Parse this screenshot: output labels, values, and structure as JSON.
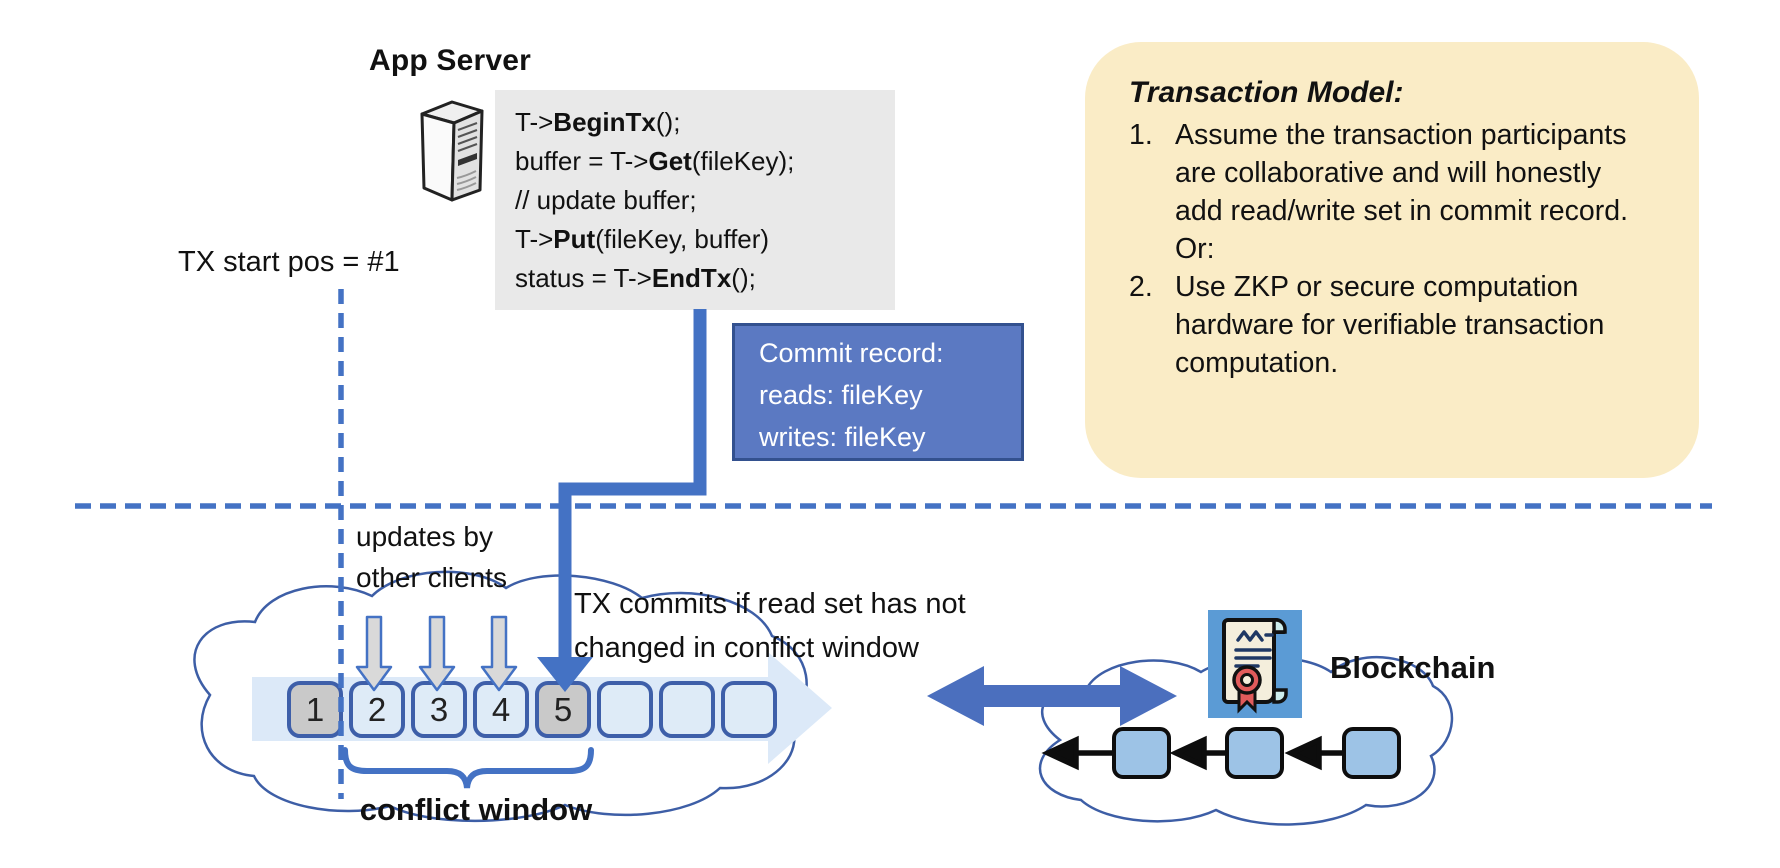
{
  "labels": {
    "app_server": "App Server",
    "tx_start": "TX start pos = #1",
    "updates_line1": "updates by",
    "updates_line2": "other clients",
    "tx_commits_line1": "TX commits if read set has not",
    "tx_commits_line2": "changed in conflict window",
    "conflict_window": "conflict window",
    "blockchain": "Blockchain"
  },
  "code_block": {
    "lines": [
      {
        "pre": "T->",
        "bold": "BeginTx",
        "post": "();"
      },
      {
        "pre": "buffer = T->",
        "bold": "Get",
        "post": "(fileKey);"
      },
      {
        "pre": "// update buffer;",
        "bold": "",
        "post": ""
      },
      {
        "pre": "T->",
        "bold": "Put",
        "post": "(fileKey, buffer)"
      },
      {
        "pre": "status = T->",
        "bold": "EndTx",
        "post": "();"
      }
    ]
  },
  "commit_record": {
    "lines": [
      "Commit record:",
      "reads: fileKey",
      "writes: fileKey"
    ]
  },
  "transaction_model": {
    "title": "Transaction Model:",
    "items": [
      {
        "num": "1.",
        "text": "Assume the transaction participants are collaborative and will honestly add read/write set in commit record.  Or:"
      },
      {
        "num": "2.",
        "text": "Use ZKP or secure computation hardware for verifiable transaction computation."
      }
    ]
  },
  "log_positions": [
    "1",
    "2",
    "3",
    "4",
    "5",
    "",
    "",
    ""
  ],
  "icons": {
    "server": "server-tower-icon",
    "blockchain_certificate": "scroll-certificate-icon",
    "clouds": "cloud-outline",
    "gray_arrow": "update-down-arrow",
    "blue_arrow": "commit-down-arrow",
    "double_arrow": "sync-double-arrow"
  },
  "colors": {
    "accent": "#4472C4",
    "cloud": "#3D5EA6",
    "boxborder": "#3E5FA9",
    "grayfill": "#C9C9C9",
    "lightfill": "#DEEBF7",
    "band": "#DCE9F8",
    "yellow": "#FAECC6",
    "commitbg": "#5B79C2",
    "commitborder": "#33518F",
    "iconbg": "#5B9BD5",
    "codebg": "#E9E9E9",
    "ink": "#111111"
  }
}
